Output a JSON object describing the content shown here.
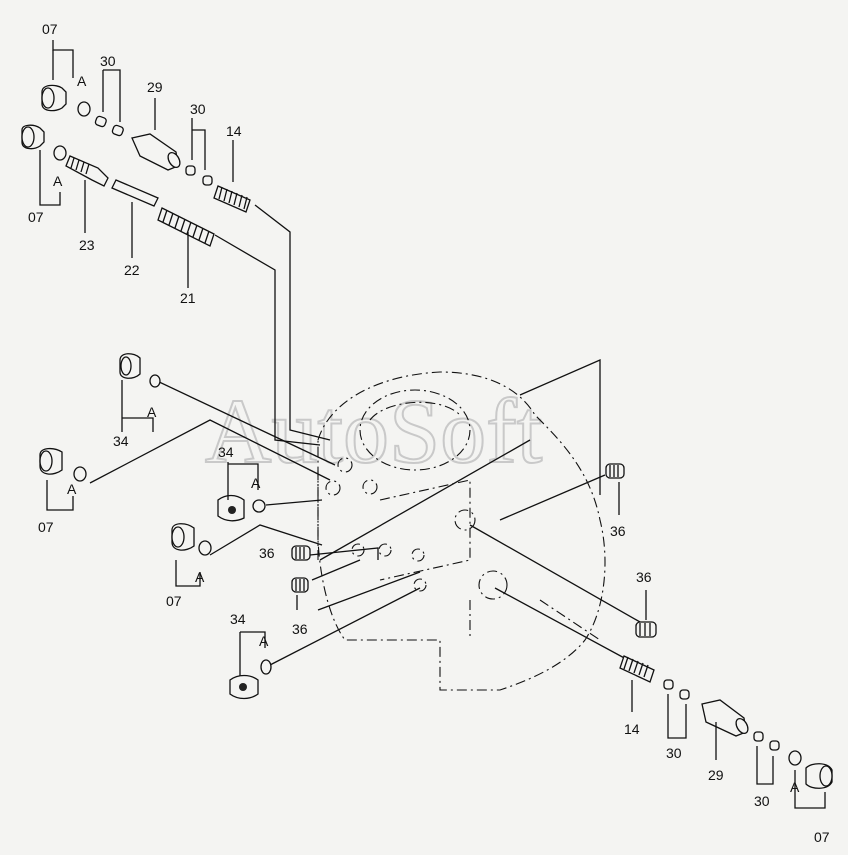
{
  "watermark": "AutoSoft",
  "labels": {
    "p07_a": "07",
    "p07_b": "07",
    "p07_c": "07",
    "p07_d": "07",
    "p07_e": "07",
    "a1": "A",
    "a2": "A",
    "a3": "A",
    "a4": "A",
    "a5": "A",
    "a6": "A",
    "a7": "A",
    "a8": "A",
    "p30_a": "30",
    "p30_b": "30",
    "p30_c": "30",
    "p30_d": "30",
    "p29_a": "29",
    "p29_b": "29",
    "p14_a": "14",
    "p14_b": "14",
    "p23": "23",
    "p22": "22",
    "p21": "21",
    "p34_a": "34",
    "p34_b": "34",
    "p34_c": "34",
    "p36_a": "36",
    "p36_b": "36",
    "p36_c": "36",
    "p36_d": "36"
  }
}
